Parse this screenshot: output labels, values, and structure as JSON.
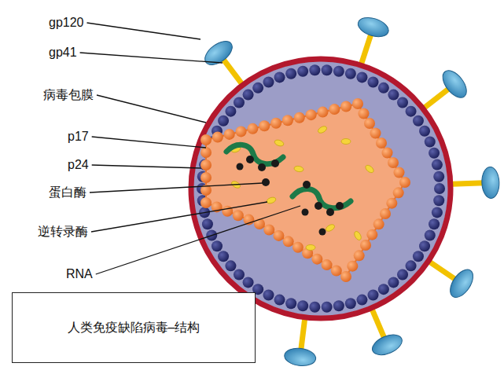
{
  "diagram": {
    "nodes": [
      {
        "text": [
          "人类免疫缺陷病毒–结构"
        ]
      }
    ],
    "labels": [
      "gp120",
      "gp41",
      "病毒包膜",
      "p17",
      "p24",
      "蛋白酶",
      "逆转录酶",
      "RNA"
    ]
  }
}
